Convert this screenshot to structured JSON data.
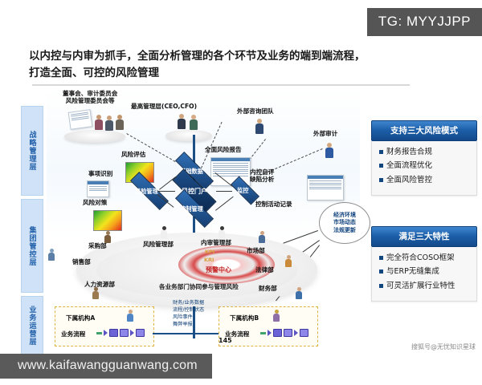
{
  "badge": {
    "text": "TG: MYYJJPP"
  },
  "headline": {
    "line1": "以内控与内审为抓手，全面分析管理的各个环节及业务的端到端流程，",
    "line2": "打造全面、可控的风险管理"
  },
  "layers": [
    {
      "label": "战略管理层"
    },
    {
      "label": "集团管控层"
    },
    {
      "label": "业务运营层"
    }
  ],
  "diagram": {
    "top_actors": {
      "board_line1": "董事会、审计委员会",
      "board_line2": "风险管理委员会等",
      "top_management": "最高管理层(CEO,CFO)",
      "external_consulting": "外部咨询团队",
      "external_audit": "外部审计"
    },
    "flow_labels": {
      "risk_assessment": "风险评估",
      "event_identification": "事项识别",
      "risk_countermeasure": "风险对策",
      "overall_risk_report": "全面风险报告",
      "self_assessment_line1": "内控自评",
      "self_assessment_line2": "缺陷分析",
      "control_activity_record": "控制活动记录"
    },
    "core": {
      "portal": "风控门户",
      "top": "基础数据",
      "left": "风险管理",
      "right": "监控",
      "bottom": "控制管理"
    },
    "environment_bubble": {
      "line1": "经济环境",
      "line2": "市场动态",
      "line3": "法规更新"
    },
    "regulation_bubble": "法规更新",
    "departments": [
      {
        "label": "采购部"
      },
      {
        "label": "销售部"
      },
      {
        "label": "人力资源部"
      },
      {
        "label": "风险管理部"
      },
      {
        "label": "内审管理部"
      },
      {
        "label": "市场部"
      },
      {
        "label": "法律部"
      },
      {
        "label": "财务部"
      }
    ],
    "center_alert": {
      "kpi": "KPI",
      "kri": "KRI",
      "title": "预警中心"
    },
    "collaboration_caption": "各业务部门协同参与管理风险",
    "bottom": {
      "unit_a_title": "下属机构A",
      "unit_a_process": "业务流程",
      "unit_b_title": "下属机构B",
      "unit_b_process": "业务流程",
      "data_stream": "财务/业务数据\n流程/控制状态\n风险事件\n舞弊举报",
      "page_number": "145"
    }
  },
  "panels": [
    {
      "title": "支持三大风险模式",
      "items": [
        "财务报告合规",
        "全面流程优化",
        "全面风险管控"
      ]
    },
    {
      "title": "满足三大特性",
      "items": [
        "完全符合COSO框架",
        "与ERP无缝集成",
        "可灵活扩展行业特性"
      ]
    }
  ],
  "watermarks": {
    "site": "www.kaifawangguanwang.com",
    "souhu": "搜狐号@无忧知识星球"
  },
  "colors": {
    "accent_blue": "#1c5ea8",
    "band_blue": "#cfe2f7",
    "badge_gray": "#555555"
  }
}
